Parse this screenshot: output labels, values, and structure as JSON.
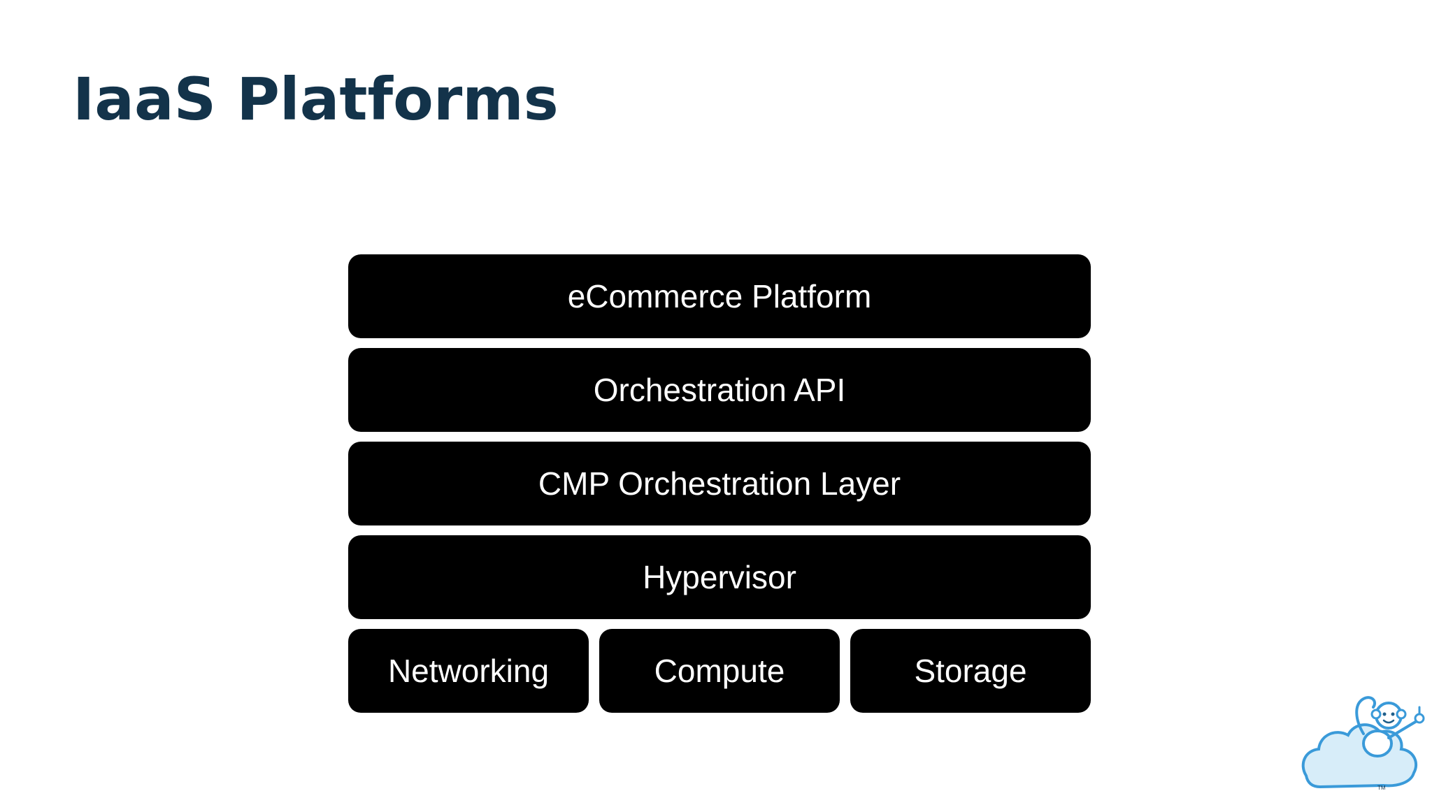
{
  "slide": {
    "title": "IaaS Platforms"
  },
  "diagram": {
    "layers": [
      "eCommerce Platform",
      "Orchestration API",
      "CMP Orchestration Layer",
      "Hypervisor"
    ],
    "base": [
      "Networking",
      "Compute",
      "Storage"
    ]
  },
  "logo": {
    "icon": "cloud-monkey-mascot-icon",
    "mark": "TM",
    "colors": {
      "outline": "#3a9ad9",
      "fill": "#cfe9f8"
    }
  },
  "colors": {
    "title": "#13334a",
    "box": "#000000",
    "box_text": "#ffffff",
    "background": "#ffffff"
  }
}
